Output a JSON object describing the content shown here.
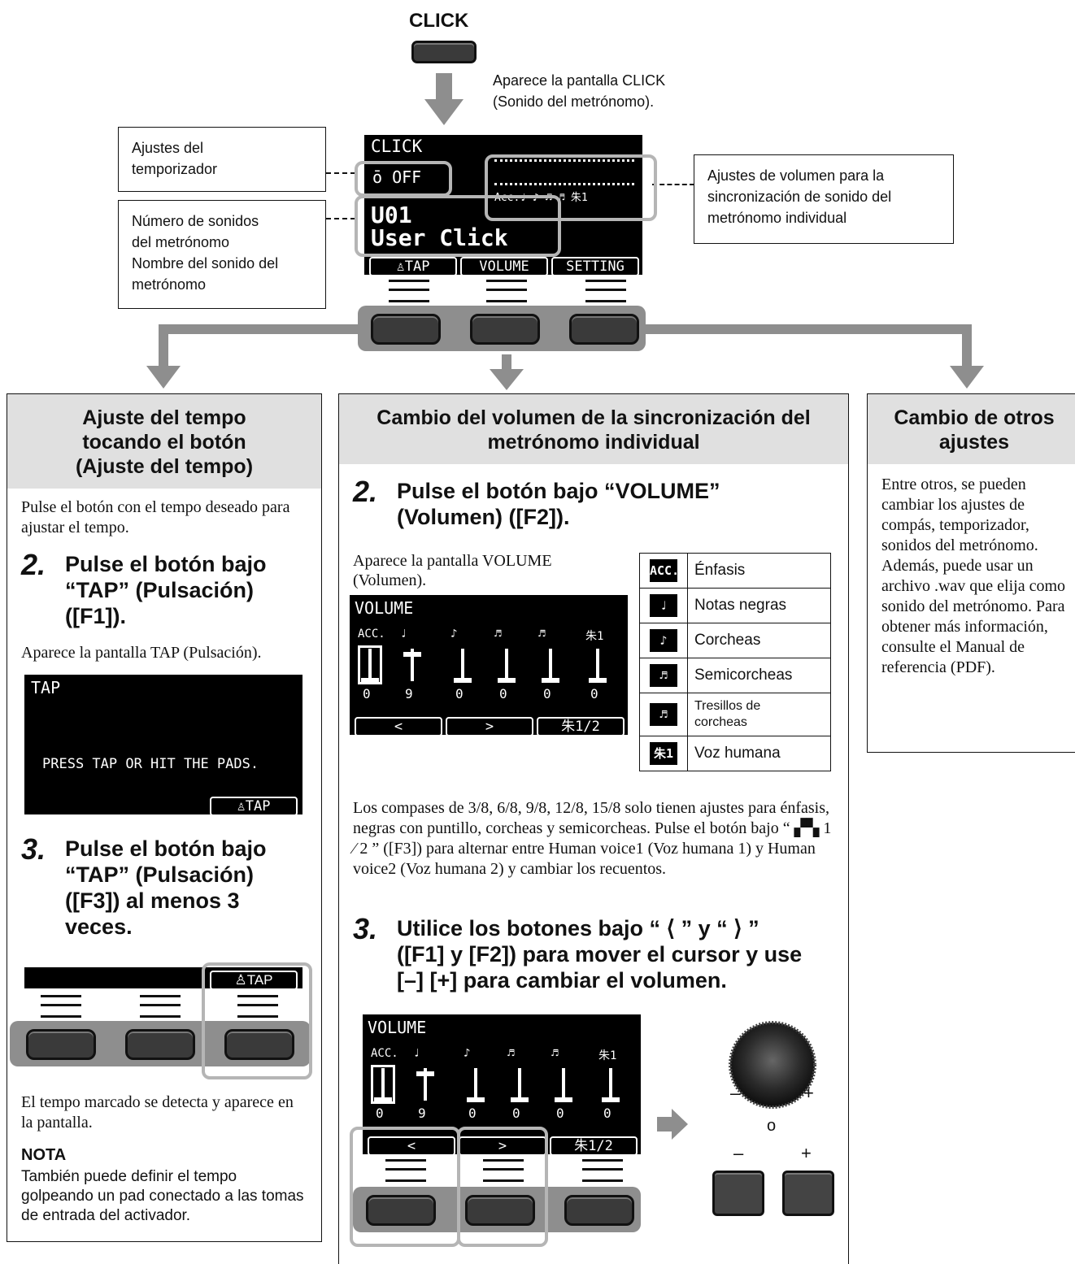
{
  "top": {
    "click_label": "CLICK",
    "click_desc": "Aparece la pantalla CLICK\n(Sonido del metrónomo)."
  },
  "callouts": {
    "timer": "Ajustes del\ntemporizador",
    "sound": "Número de sonidos\ndel metrónomo\nNombre del sonido del\nmetrónomo",
    "volume": "Ajustes de volumen para la\nsincronización de sonido del\nmetrónomo individual"
  },
  "click_screen": {
    "title": "CLICK",
    "timer": "ō OFF",
    "number": "U01",
    "name": "User Click",
    "soft_keys": [
      "♙TAP",
      "VOLUME",
      "SETTING"
    ],
    "icons": "Acc.♩ ♪ ♬ ♬ 朱1"
  },
  "left": {
    "header": "Ajuste del tempo\ntocando el botón\n(Ajuste del tempo)",
    "intro": "Pulse el botón con el tempo deseado para ajustar el tempo.",
    "step2_num": "2.",
    "step2": "Pulse el botón bajo\n“TAP” (Pulsación)\n([F1]).",
    "step2_desc": "Aparece la pantalla TAP (Pulsación).",
    "tap_title": "TAP",
    "tap_msg": "PRESS TAP OR HIT THE PADS.",
    "tap_key": "♙TAP",
    "step3_num": "3.",
    "step3": "Pulse el botón bajo\n“TAP” (Pulsación)\n([F3]) al menos 3\nveces.",
    "mini_key": "♙TAP",
    "result": "El tempo marcado se detecta y aparece en la pantalla.",
    "note_title": "NOTA",
    "note": "También puede definir el tempo golpeando un pad conectado a las tomas de entrada del activador."
  },
  "middle": {
    "header": "Cambio del volumen de la sincronización del\nmetrónomo individual",
    "step2_num": "2.",
    "step2": "Pulse el botón bajo “VOLUME”\n(Volumen) ([F2]).",
    "step2_desc": "Aparece la pantalla VOLUME\n(Volumen).",
    "vol_title": "VOLUME",
    "vol_labels": [
      "ACC.",
      "♩",
      "♪",
      "♬",
      "♬",
      "朱1"
    ],
    "vol_values": [
      "0",
      "9",
      "0",
      "0",
      "0",
      "0"
    ],
    "vol_keys": [
      "<",
      ">",
      "朱1/2"
    ],
    "table": [
      {
        "icon": "ACC.",
        "label": "Énfasis"
      },
      {
        "icon": "♩",
        "label": "Notas negras"
      },
      {
        "icon": "♪",
        "label": "Corcheas"
      },
      {
        "icon": "♬",
        "label": "Semicorcheas"
      },
      {
        "icon": "♬",
        "label": "Tresillos de\ncorcheas"
      },
      {
        "icon": "朱1",
        "label": "Voz humana"
      }
    ],
    "para": "Los compases de 3/8, 6/8, 9/8, 12/8, 15/8 solo tienen ajustes para énfasis, negras con puntillo, corcheas y semicorcheas. Pulse el botón bajo “ ▞▚ 1 ⁄ 2 ” ([F3]) para alternar entre Human voice1 (Voz humana 1) y Human voice2 (Voz humana 2) y cambiar los recuentos.",
    "step3_num": "3.",
    "step3": "Utilice los botones bajo “ ⟨ ” y “ ⟩ ”\n([F1] y [F2]) para mover el cursor y use\n[–] [+] para cambiar el volumen.",
    "dial_minus": "–",
    "dial_plus": "+",
    "or": "o",
    "btn_minus": "–",
    "btn_plus": "+"
  },
  "right": {
    "header": "Cambio de otros\najustes",
    "body": "Entre otros, se pueden cambiar los ajustes de compás, temporizador, sonidos del metrónomo. Además, puede usar un archivo .wav que elija como sonido del metrónomo. Para obtener más información, consulte el Manual de referencia (PDF)."
  }
}
